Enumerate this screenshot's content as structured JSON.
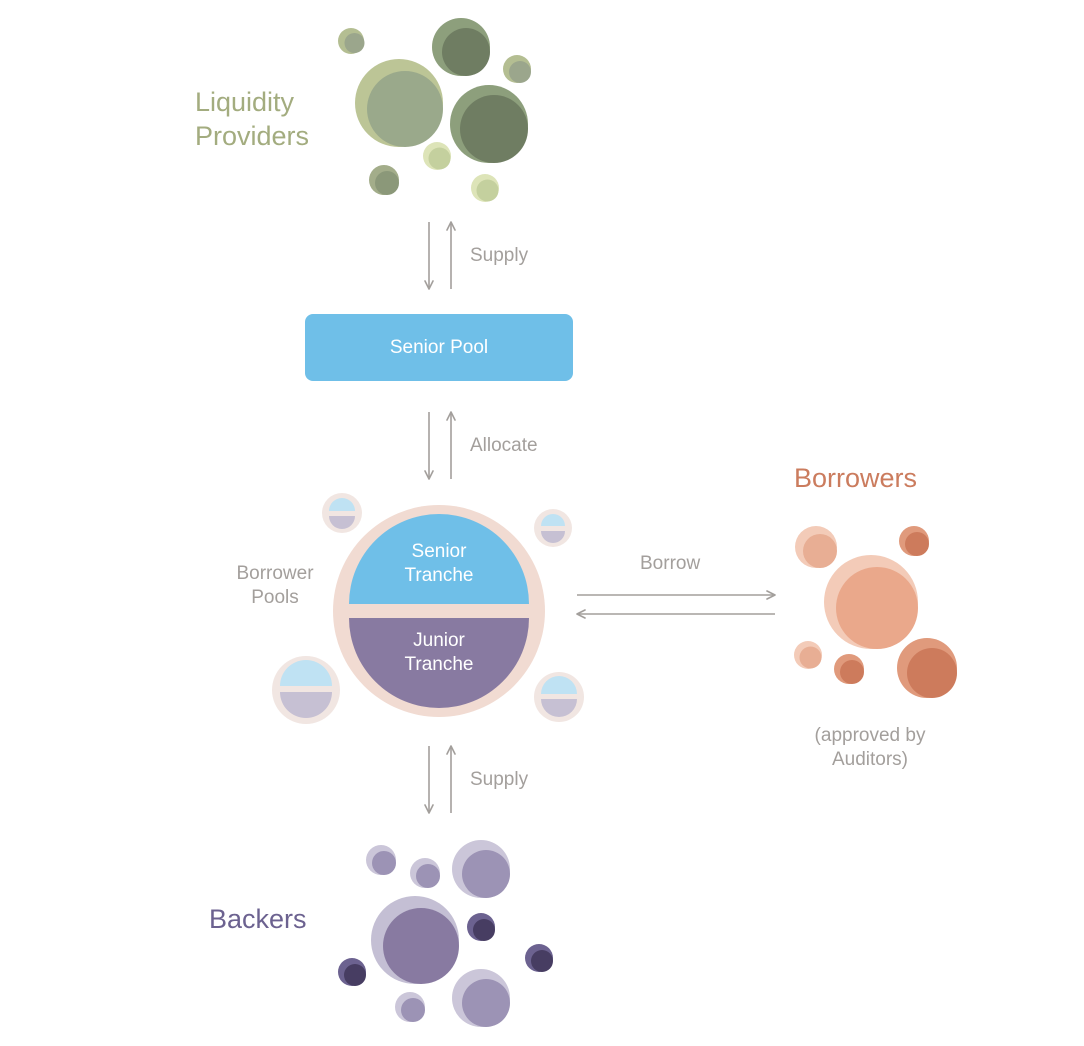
{
  "diagram": {
    "liquidity_providers": {
      "title": "Liquidity\nProviders",
      "color": "#a3ac7f"
    },
    "supply_top": "Supply",
    "senior_pool": {
      "label": "Senior Pool",
      "color": "#6fbfe8"
    },
    "allocate": "Allocate",
    "borrower_pools": {
      "title": "Borrower\nPools",
      "senior_tranche": "Senior\nTranche",
      "junior_tranche": "Junior\nTranche"
    },
    "borrow": "Borrow",
    "borrowers": {
      "title": "Borrowers",
      "note": "(approved by\nAuditors)",
      "color": "#cb7c5e"
    },
    "supply_bottom": "Supply",
    "backers": {
      "title": "Backers",
      "color": "#6c6290"
    }
  }
}
